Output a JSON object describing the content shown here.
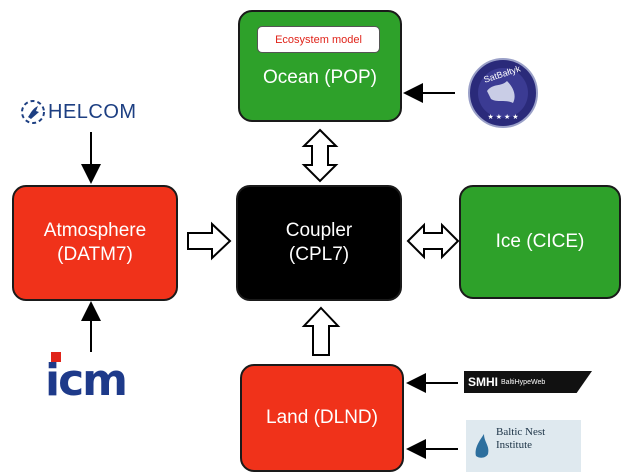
{
  "boxes": {
    "ocean": "Ocean (POP)",
    "ecosystem": "Ecosystem model",
    "atmosphere_line1": "Atmosphere",
    "atmosphere_line2": "(DATM7)",
    "coupler_line1": "Coupler",
    "coupler_line2": "(CPL7)",
    "ice": "Ice (CICE)",
    "land": "Land (DLND)"
  },
  "logos": {
    "helcom": "HELCOM",
    "satbaltyk": "SatBałtyk",
    "icm": "icm",
    "smhi": "SMHI",
    "smhi_sub": "BaltiHypeWeb",
    "baltic_nest_line1": "Baltic Nest",
    "baltic_nest_line2": "Institute"
  },
  "colors": {
    "red": "#f0321a",
    "green": "#2ea12a",
    "black": "#000000",
    "eco_text": "#e0241a"
  }
}
